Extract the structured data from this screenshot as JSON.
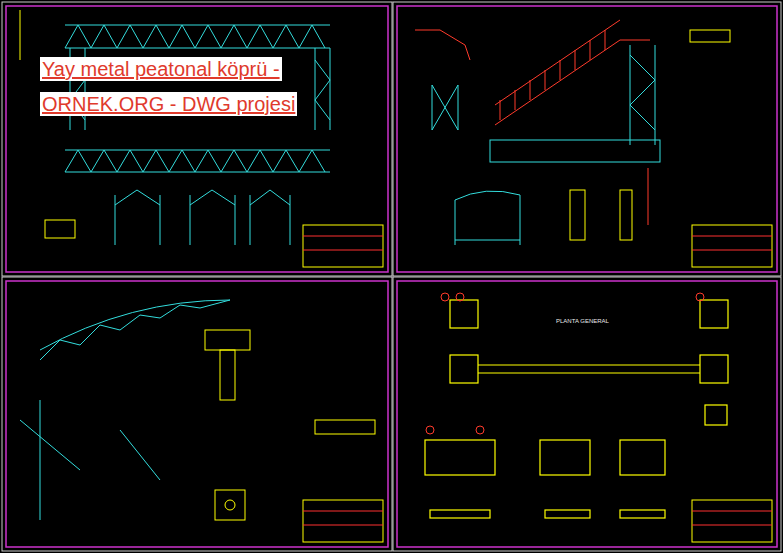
{
  "diagram": {
    "labels": [
      "Yay metal peatonal köprü -",
      "ORNEK.ORG - DWG projesi",
      "PLANTA GENERAL"
    ]
  }
}
